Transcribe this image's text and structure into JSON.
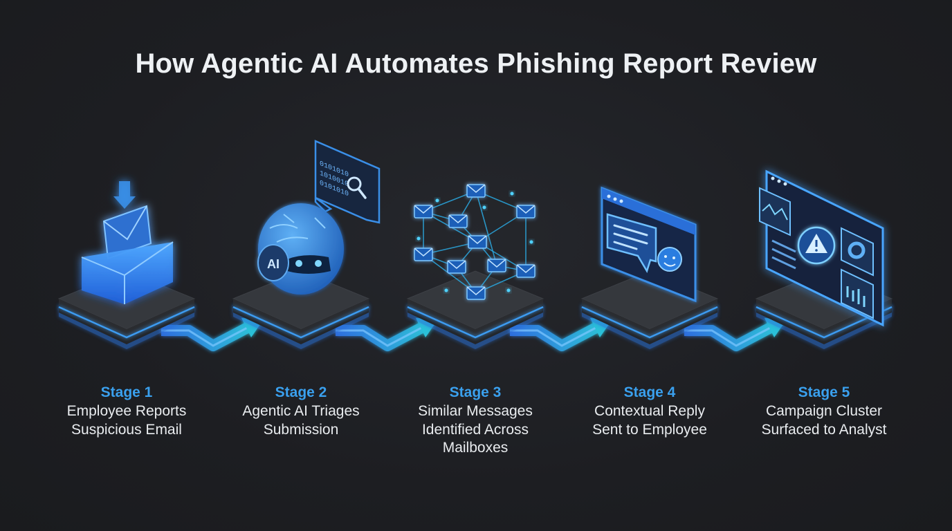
{
  "title": "How Agentic AI Automates Phishing Report Review",
  "colors": {
    "background": "#1d1e22",
    "accent": "#3aa0ee",
    "glow": "#2f8ef5",
    "teal": "#2cc8c0",
    "platform": "#2e3034",
    "text": "#e9ecef"
  },
  "stages": [
    {
      "label": "Stage 1",
      "desc_lines": [
        "Employee Reports",
        "Suspicious Email"
      ],
      "icon": "inbox-tray-icon"
    },
    {
      "label": "Stage 2",
      "desc_lines": [
        "Agentic AI Triages",
        "Submission"
      ],
      "icon": "ai-robot-head-icon"
    },
    {
      "label": "Stage 3",
      "desc_lines": [
        "Similar Messages",
        "Identified Across",
        "Mailboxes"
      ],
      "icon": "email-network-icon"
    },
    {
      "label": "Stage 4",
      "desc_lines": [
        "Contextual Reply",
        "Sent to Employee"
      ],
      "icon": "chat-reply-window-icon"
    },
    {
      "label": "Stage 5",
      "desc_lines": [
        "Campaign Cluster",
        "Surfaced to Analyst"
      ],
      "icon": "analyst-dashboard-icon"
    }
  ],
  "icon_text": {
    "ai_chip": "AI",
    "binary_lines": [
      "0101010",
      "1010010",
      "0101010"
    ]
  }
}
